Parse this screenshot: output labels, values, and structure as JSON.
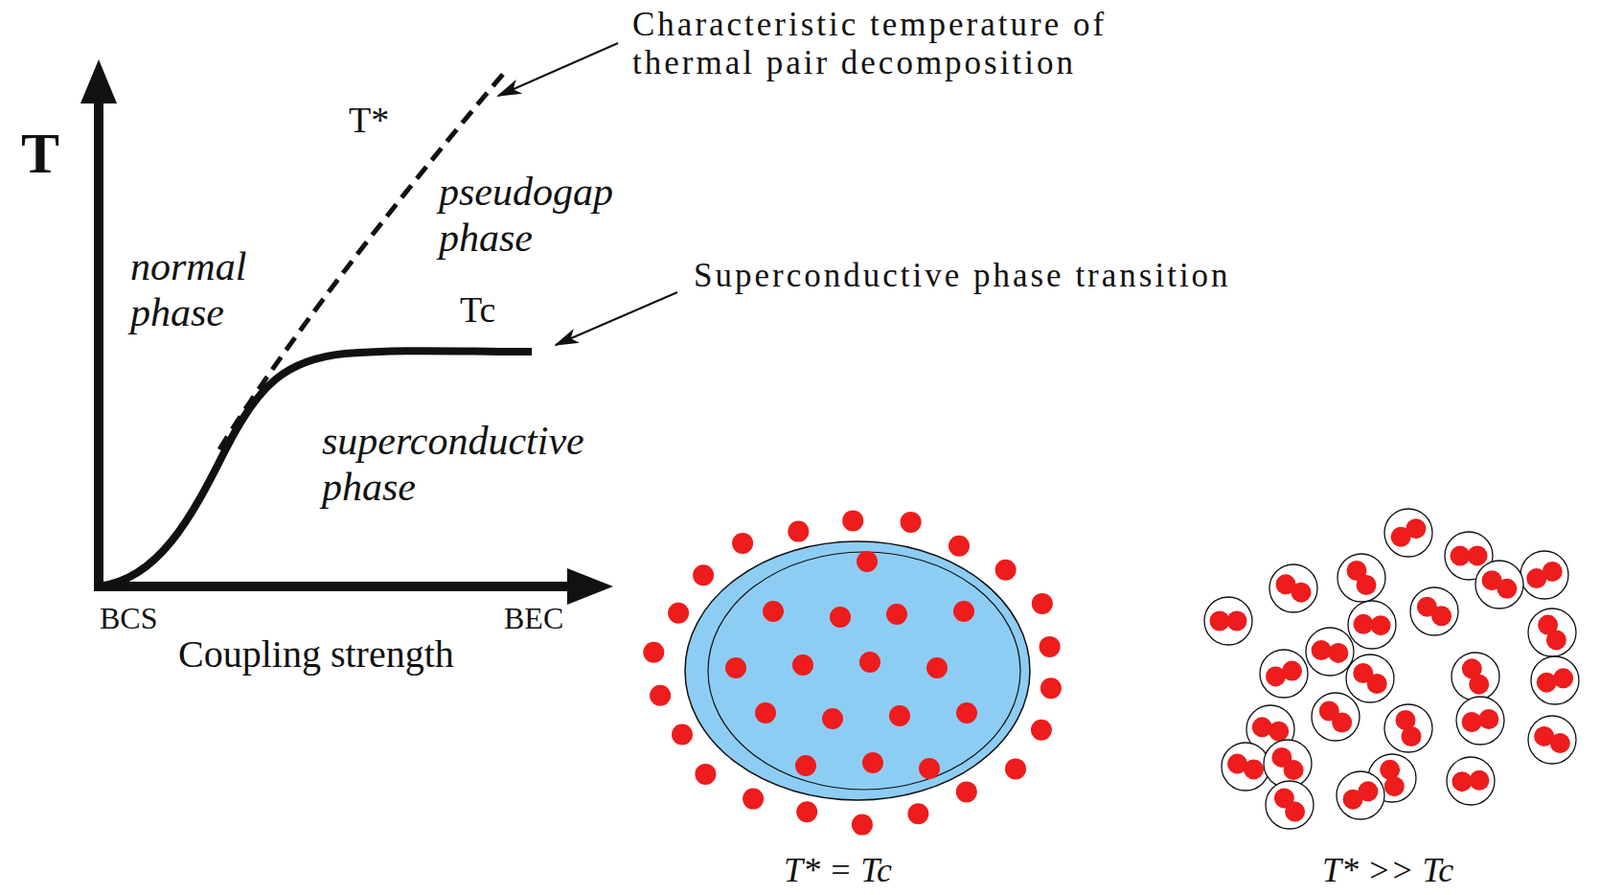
{
  "diagram": {
    "labels": [
      "T",
      "T*",
      "Characteristic temperature of thermal pair decomposition",
      "pseudogap phase",
      "normal phase",
      "Tc",
      "Superconductive phase transition",
      "superconductive phase",
      "BCS",
      "BEC",
      "Coupling strength",
      "T* = Tc",
      "T* >> Tc"
    ]
  }
}
